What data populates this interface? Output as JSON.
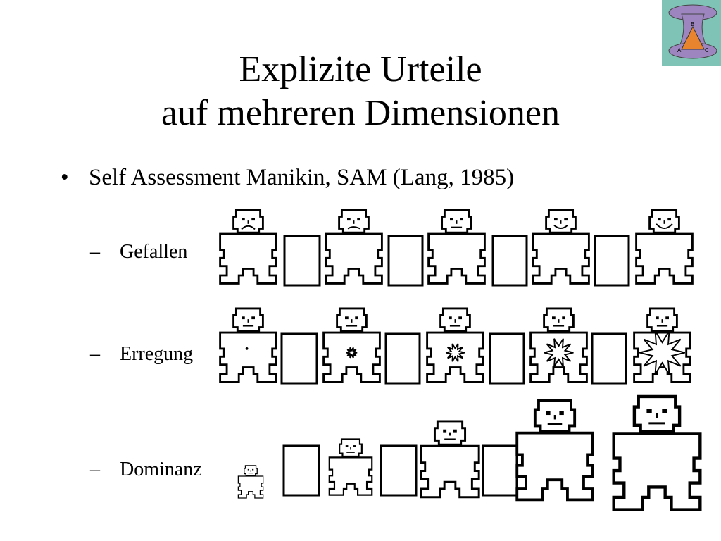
{
  "slide": {
    "title_line1": "Explizite Urteile",
    "title_line2": "auf mehreren Dimensionen",
    "bullet": "Self Assessment Manikin, SAM (Lang, 1985)",
    "items": [
      {
        "label": "Gefallen"
      },
      {
        "label": "Erregung"
      },
      {
        "label": "Dominanz"
      }
    ],
    "logo": {
      "icon": "triangle-network-logo",
      "labels": [
        "B",
        "A",
        "C"
      ]
    }
  }
}
